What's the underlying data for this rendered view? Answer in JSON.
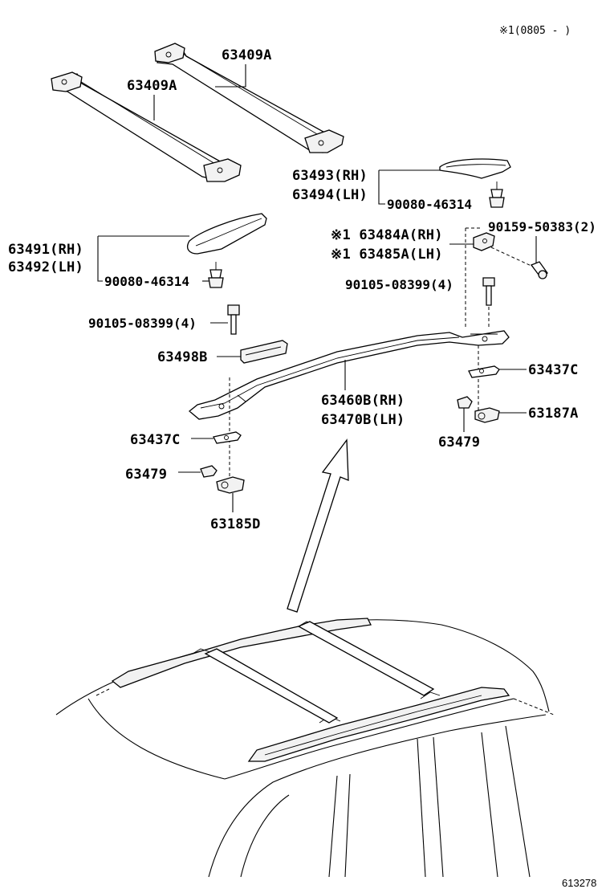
{
  "header_note": "※1(0805 -     )",
  "footer_number": "613278",
  "callouts": {
    "crossbar_upper": "63409A",
    "crossbar_lower": "63409A",
    "cover_rh_right": "63493(RH)",
    "cover_lh_right": "63494(LH)",
    "clip_right": "90080-46314",
    "screw_right": "90159-50383(2)",
    "bracket_rh": "※1 63484A(RH)",
    "bracket_lh": "※1 63485A(LH)",
    "cover_rh_left": "63491(RH)",
    "cover_lh_left": "63492(LH)",
    "clip_left": "90080-46314",
    "bolt_right": "90105-08399(4)",
    "bolt_left": "90105-08399(4)",
    "pad": "63498B",
    "rail_rh": "63460B(RH)",
    "rail_lh": "63470B(LH)",
    "gasket_right": "63437C",
    "gasket_left": "63437C",
    "nut_right": "63187A",
    "nut_left": "63185D",
    "cap_right": "63479",
    "cap_left": "63479"
  }
}
